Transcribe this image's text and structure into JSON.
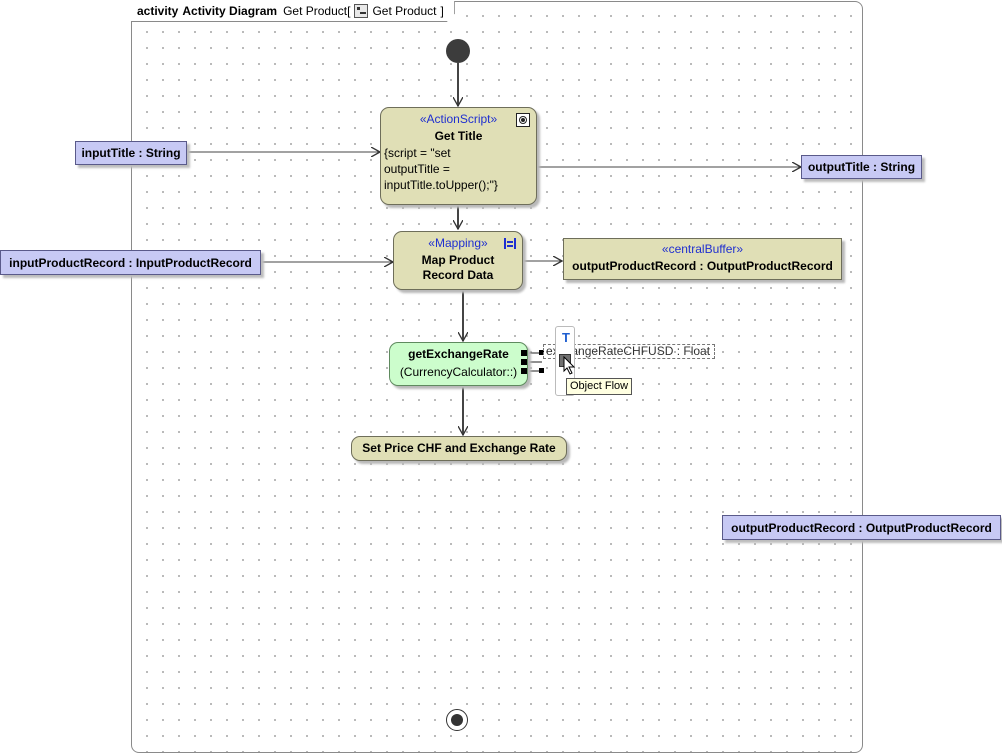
{
  "frame": {
    "keyword": "activity",
    "type_label": "Activity Diagram",
    "name": "Get Product",
    "bracket_open": "[",
    "ref_name": "Get Product",
    "bracket_close": "]"
  },
  "nodes": {
    "get_title": {
      "stereotype": "«ActionScript»",
      "name": "Get Title",
      "body_lines": [
        "{script = \"set",
        "outputTitle =",
        "inputTitle.toUpper();\"}"
      ]
    },
    "map_product": {
      "stereotype": "«Mapping»",
      "name_line1": "Map Product",
      "name_line2": "Record Data"
    },
    "get_exchange": {
      "name": "getExchangeRate",
      "owner": "(CurrencyCalculator::)"
    },
    "set_price": {
      "name": "Set Price CHF and Exchange Rate"
    },
    "central_buffer": {
      "stereotype": "«centralBuffer»",
      "name": "outputProductRecord : OutputProductRecord"
    }
  },
  "objects": {
    "input_title": "inputTitle : String",
    "output_title": "outputTitle : String",
    "input_product_record": "inputProductRecord : InputProductRecord",
    "output_product_record": "outputProductRecord : OutputProductRecord"
  },
  "pin_label": "exchangeRateCHFUSD : Float",
  "tooltip": "Object Flow",
  "icons": [
    "script-icon",
    "mapping-icon",
    "text-tool-icon",
    "mouse-cursor-icon",
    "diagram-icon"
  ],
  "colors": {
    "action_fill": "#e0dfb6",
    "call_operation_fill": "#ccfdcc",
    "object_fill": "#c7c9f4",
    "stereotype_text": "#1f2fd0",
    "tooltip_fill": "#ffffe1"
  }
}
